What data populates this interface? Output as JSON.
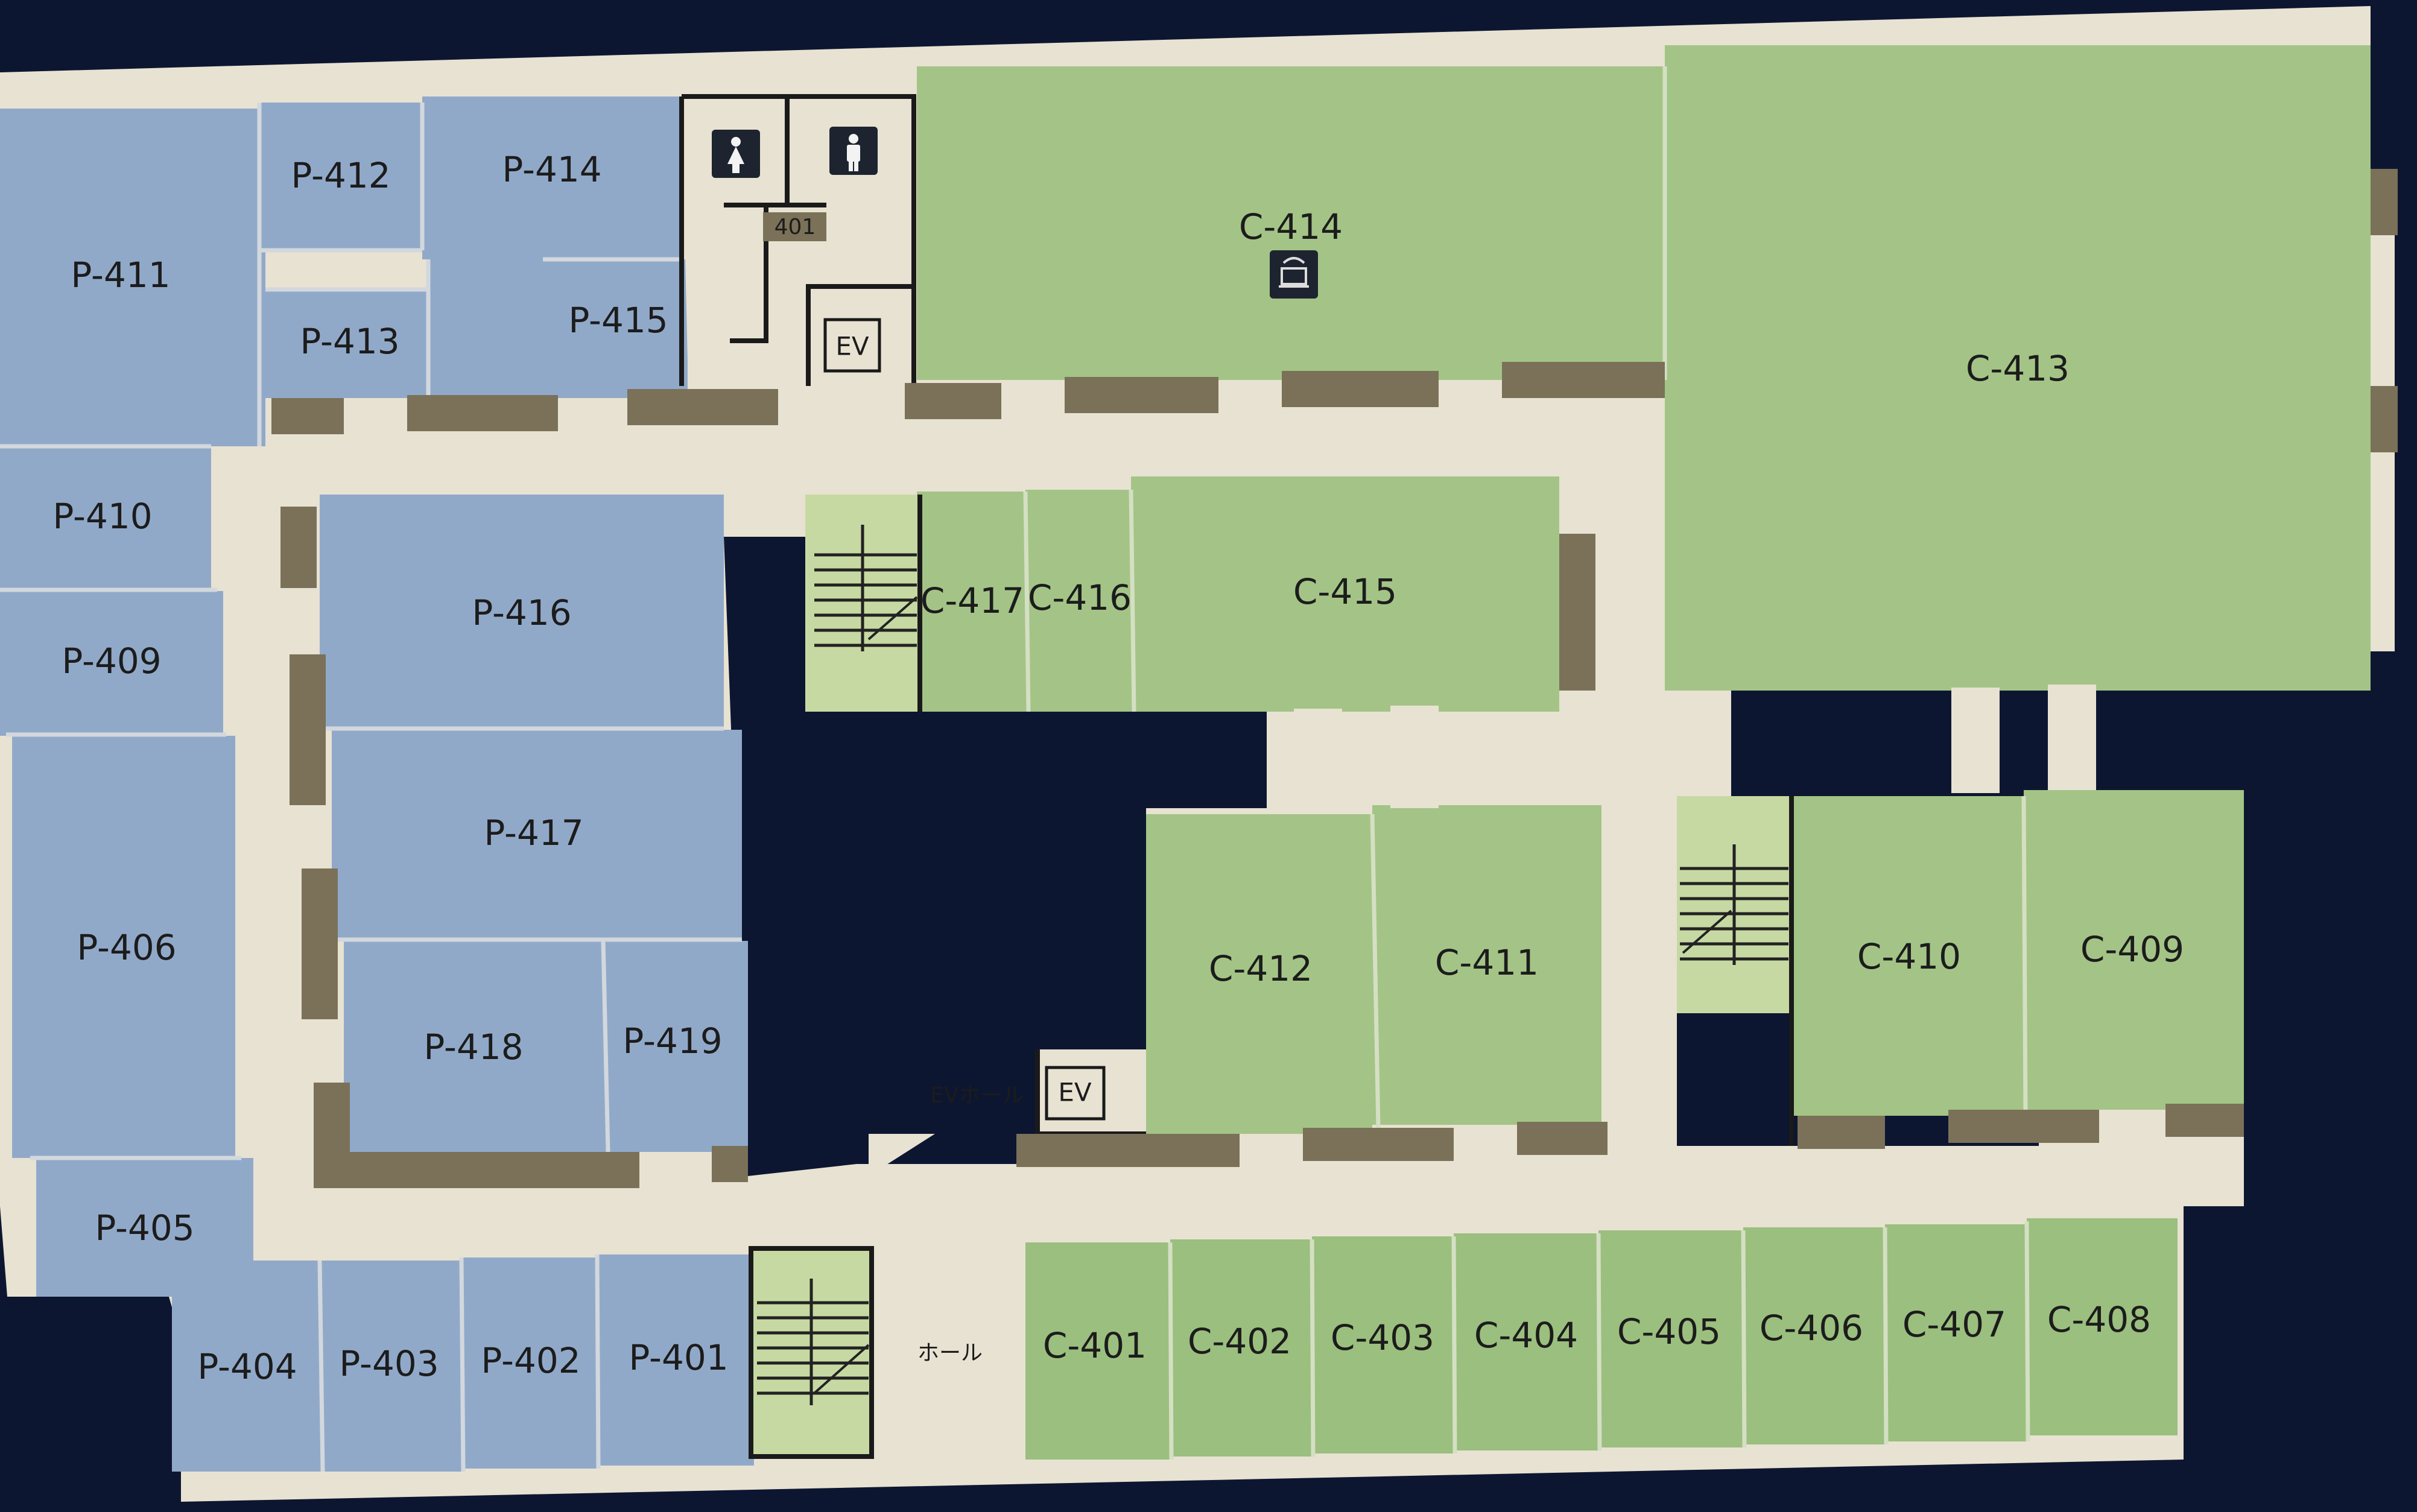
{
  "rooms": {
    "p411": "P-411",
    "p412": "P-412",
    "p413": "P-413",
    "p414": "P-414",
    "p415": "P-415",
    "p410": "P-410",
    "p409": "P-409",
    "p406": "P-406",
    "p405": "P-405",
    "p416": "P-416",
    "p417": "P-417",
    "p418": "P-418",
    "p419": "P-419",
    "p404": "P-404",
    "p403": "P-403",
    "p402": "P-402",
    "p401": "P-401",
    "r401": "401",
    "c414": "C-414",
    "c413": "C-413",
    "c417": "C-417",
    "c416": "C-416",
    "c415": "C-415",
    "c412": "C-412",
    "c411": "C-411",
    "c410": "C-410",
    "c409": "C-409",
    "c401": "C-401",
    "c402": "C-402",
    "c403": "C-403",
    "c404": "C-404",
    "c405": "C-405",
    "c406": "C-406",
    "c407": "C-407",
    "c408": "C-408"
  },
  "facilities": {
    "ev_top": "EV",
    "ev_mid": "EV",
    "ev_hall": "EVホール",
    "hall": "ホール"
  },
  "icons": {
    "female_restroom": "female-restroom-icon",
    "male_restroom": "male-restroom-icon",
    "terminal": "computer-terminal-icon"
  },
  "colors": {
    "p_wing": "#91a9c9",
    "c_wing": "#a3c486",
    "corridor": "#e8e2d2",
    "background": "#0d1631"
  }
}
